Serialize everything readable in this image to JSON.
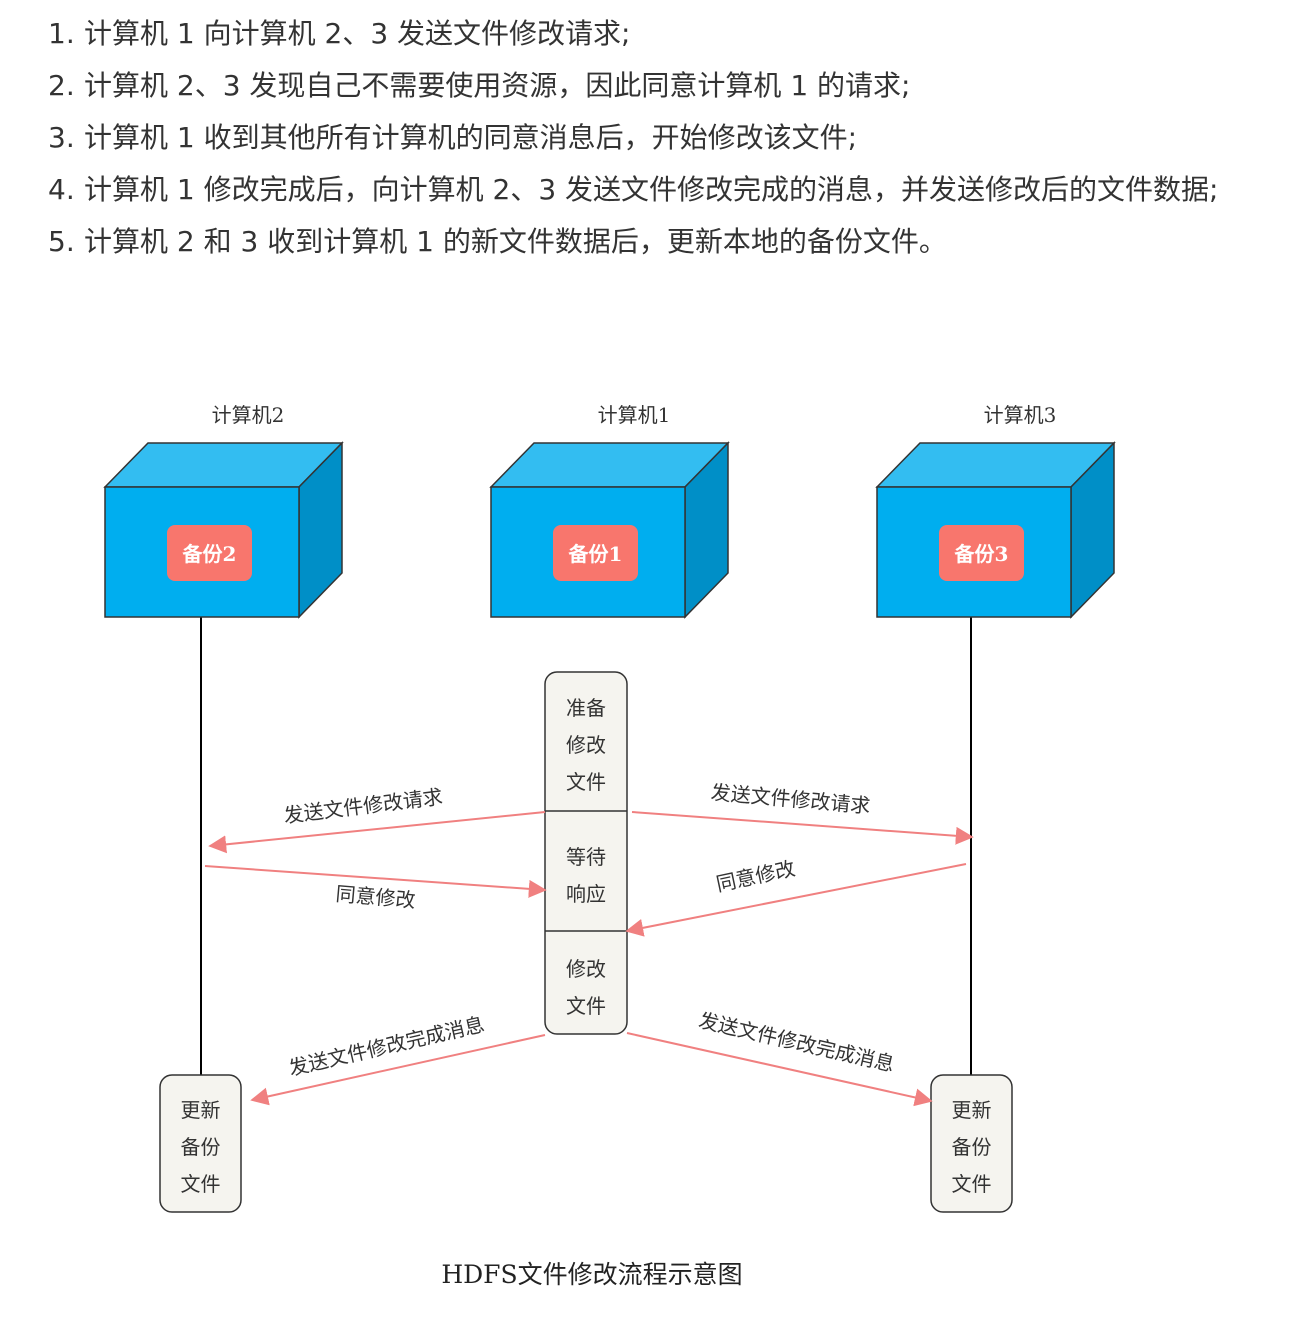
{
  "steps": [
    {
      "num": "1.",
      "text": "计算机 1 向计算机 2、3 发送文件修改请求;"
    },
    {
      "num": "2.",
      "text": "计算机 2、3 发现自己不需要使用资源，因此同意计算机 1 的请求;"
    },
    {
      "num": "3.",
      "text": "计算机 1 收到其他所有计算机的同意消息后，开始修改该文件;"
    },
    {
      "num": "4.",
      "text": "计算机 1 修改完成后，向计算机 2、3 发送文件修改完成的消息，并发送修改后的文件数据;"
    },
    {
      "num": "5.",
      "text": "计算机 2 和 3 收到计算机 1 的新文件数据后，更新本地的备份文件。"
    }
  ],
  "diagram": {
    "nodes": {
      "computer2": {
        "label": "计算机2",
        "backup": "备份2"
      },
      "computer1": {
        "label": "计算机1",
        "backup": "备份1"
      },
      "computer3": {
        "label": "计算机3",
        "backup": "备份3"
      }
    },
    "process": {
      "prepare": [
        "准备",
        "修改",
        "文件"
      ],
      "wait": [
        "等待",
        "响应"
      ],
      "modify": [
        "修改",
        "文件"
      ]
    },
    "update_left": [
      "更新",
      "备份",
      "文件"
    ],
    "update_right": [
      "更新",
      "备份",
      "文件"
    ],
    "messages": {
      "request_left": "发送文件修改请求",
      "request_right": "发送文件修改请求",
      "agree_left": "同意修改",
      "agree_right": "同意修改",
      "done_left": "发送文件修改完成消息",
      "done_right": "发送文件修改完成消息"
    },
    "caption": "HDFS文件修改流程示意图"
  },
  "colors": {
    "cube_front": "#00aeef",
    "cube_top": "#33bdf1",
    "cube_side": "#008fc7",
    "backup_badge": "#f8766d",
    "arrow": "#f08080",
    "process_box": "#f5f4ef",
    "text": "#333333"
  }
}
